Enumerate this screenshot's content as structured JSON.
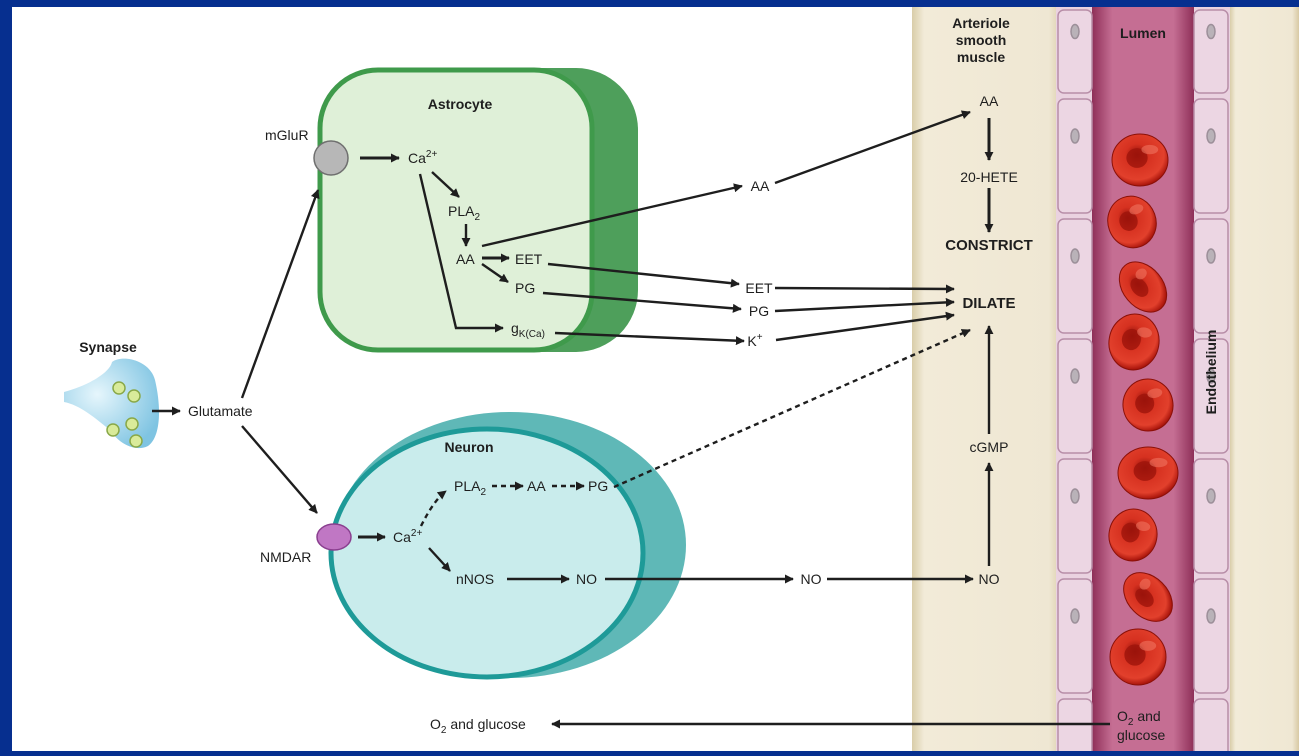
{
  "colors": {
    "frame": "#062f8f",
    "astrocyte_fill": "#dcefd5",
    "astrocyte_edge": "#3e9a47",
    "neuron_fill": "#c9ecec",
    "neuron_edge": "#1e9a98",
    "smooth_muscle": "#eee6d2",
    "endothelium": "#e4c9da",
    "lumen": "#b24f78",
    "red_cell": "#d7261a"
  },
  "icons": {
    "mglur": "gray-receptor-circle",
    "nmdar": "purple-receptor-ellipse",
    "synapse": "synaptic-terminal-with-vesicles",
    "red_cells": "red-blood-cell-discs"
  },
  "labels": {
    "astrocyte": "Astrocyte",
    "neuron": "Neuron",
    "synapse": "Synapse",
    "glutamate": "Glutamate",
    "mglur": "mGluR",
    "nmdar": "NMDAR",
    "smooth_muscle": "Arteriole smooth muscle",
    "lumen": "Lumen",
    "endothelium": "Endothelium"
  },
  "astro": {
    "ca_base": "Ca",
    "ca_sup": "2+",
    "pla_base": "PLA",
    "pla_sub": "2",
    "aa": "AA",
    "eet": "EET",
    "pg": "PG",
    "gk_base": "g",
    "gk_sub": "K(Ca)"
  },
  "neuron_path": {
    "ca_base": "Ca",
    "ca_sup": "2+",
    "pla_base": "PLA",
    "pla_sub": "2",
    "aa": "AA",
    "pg": "PG",
    "nnos": "nNOS",
    "no": "NO"
  },
  "mid": {
    "aa": "AA",
    "eet": "EET",
    "pg": "PG",
    "k_base": "K",
    "k_sup": "+",
    "no": "NO"
  },
  "vessel": {
    "aa": "AA",
    "hete": "20-HETE",
    "constrict": "CONSTRICT",
    "dilate": "DILATE",
    "cgmp": "cGMP",
    "no": "NO",
    "o2_base": "O",
    "o2_sub": "2",
    "o2_rest": " and",
    "glucose": "glucose"
  },
  "bottom": {
    "o2_base": "O",
    "o2_sub": "2",
    "o2_rest": " and glucose"
  }
}
